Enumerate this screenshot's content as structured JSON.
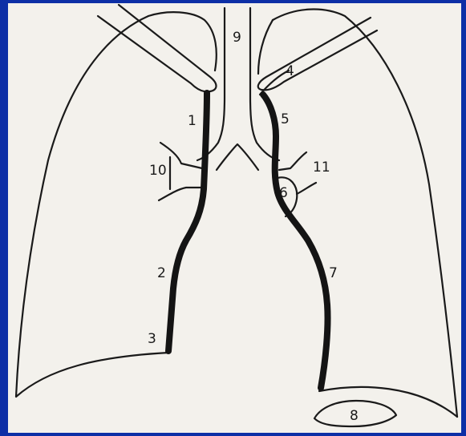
{
  "labels": [
    {
      "id": "1",
      "text": "1"
    },
    {
      "id": "2",
      "text": "2"
    },
    {
      "id": "3",
      "text": "3"
    },
    {
      "id": "4",
      "text": "4"
    },
    {
      "id": "5",
      "text": "5"
    },
    {
      "id": "6",
      "text": "6"
    },
    {
      "id": "7",
      "text": "7"
    },
    {
      "id": "8",
      "text": "8"
    },
    {
      "id": "9",
      "text": "9"
    },
    {
      "id": "10",
      "text": "10"
    },
    {
      "id": "11",
      "text": "11"
    }
  ],
  "colors": {
    "frame": "#0d2fa6",
    "paper": "#f3f1ec",
    "ink": "#1a1a1a"
  }
}
